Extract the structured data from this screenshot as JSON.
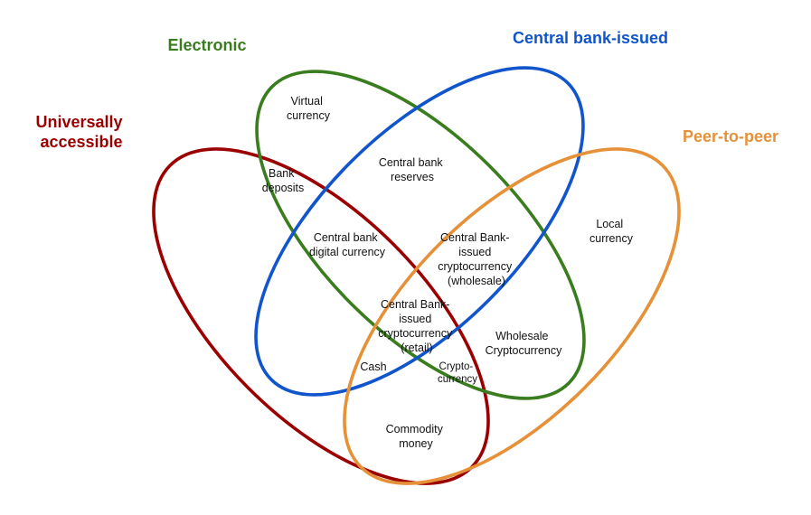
{
  "diagram": {
    "type": "venn",
    "sets": [
      {
        "id": "universal",
        "label_lines": [
          "Universally",
          "accessible"
        ],
        "color": "#9b0000"
      },
      {
        "id": "electronic",
        "label_lines": [
          "Electronic"
        ],
        "color": "#3a7d1e"
      },
      {
        "id": "central",
        "label_lines": [
          "Central bank-issued"
        ],
        "color": "#1155cc"
      },
      {
        "id": "p2p",
        "label_lines": [
          "Peer-to-peer"
        ],
        "color": "#e69138"
      }
    ],
    "regions": [
      {
        "id": "virtual-currency",
        "lines": [
          "Virtual",
          "currency"
        ],
        "sets": [
          "electronic"
        ]
      },
      {
        "id": "bank-deposits",
        "lines": [
          "Bank",
          "deposits"
        ],
        "sets": [
          "universal",
          "electronic"
        ]
      },
      {
        "id": "central-bank-reserves",
        "lines": [
          "Central bank",
          "reserves"
        ],
        "sets": [
          "electronic",
          "central"
        ]
      },
      {
        "id": "cbdc",
        "lines": [
          "Central bank",
          "digital currency"
        ],
        "sets": [
          "universal",
          "electronic",
          "central"
        ]
      },
      {
        "id": "cb-crypto-wholesale",
        "lines": [
          "Central Bank-",
          "issued",
          "cryptocurrency",
          "(wholesale)"
        ],
        "sets": [
          "electronic",
          "central",
          "p2p"
        ]
      },
      {
        "id": "local-currency",
        "lines": [
          "Local",
          "currency"
        ],
        "sets": [
          "p2p"
        ]
      },
      {
        "id": "cb-crypto-retail",
        "lines": [
          "Central Bank-",
          "issued",
          "cryptocurrency",
          "(retail)"
        ],
        "sets": [
          "universal",
          "electronic",
          "central",
          "p2p"
        ]
      },
      {
        "id": "wholesale-crypto",
        "lines": [
          "Wholesale",
          "Cryptocurrency"
        ],
        "sets": [
          "electronic",
          "p2p"
        ]
      },
      {
        "id": "cash",
        "lines": [
          "Cash"
        ],
        "sets": [
          "universal",
          "central",
          "p2p"
        ]
      },
      {
        "id": "cryptocurrency",
        "lines": [
          "Crypto-",
          "currency"
        ],
        "sets": [
          "universal",
          "electronic",
          "p2p"
        ]
      },
      {
        "id": "commodity-money",
        "lines": [
          "Commodity",
          "money"
        ],
        "sets": [
          "universal",
          "p2p"
        ]
      }
    ]
  }
}
